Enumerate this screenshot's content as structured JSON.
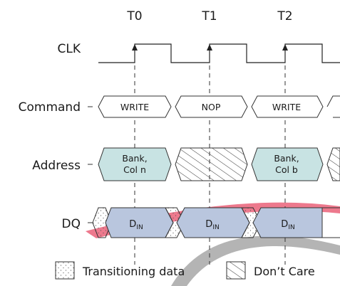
{
  "clock_edges": [
    "T0",
    "T1",
    "T2"
  ],
  "signals": {
    "clk": "CLK",
    "command": "Command",
    "address": "Address",
    "dq": "DQ"
  },
  "command_values": [
    "WRITE",
    "NOP",
    "WRITE"
  ],
  "address_values": [
    {
      "line1": "Bank,",
      "line2": "Col n"
    },
    {
      "line1": "Bank,",
      "line2": "Col b"
    }
  ],
  "dq_values": [
    {
      "main": "D",
      "sub": "IN"
    },
    {
      "main": "D",
      "sub": "IN"
    },
    {
      "main": "D",
      "sub": "IN"
    }
  ],
  "legend": {
    "transitioning": "Transitioning data",
    "dont_care": "Don’t Care"
  },
  "colors": {
    "address_fill": "#c8e3e3",
    "dq_fill": "#b9c6de",
    "watermark_red": "#e8506a",
    "watermark_gray": "#8a8a8a"
  }
}
